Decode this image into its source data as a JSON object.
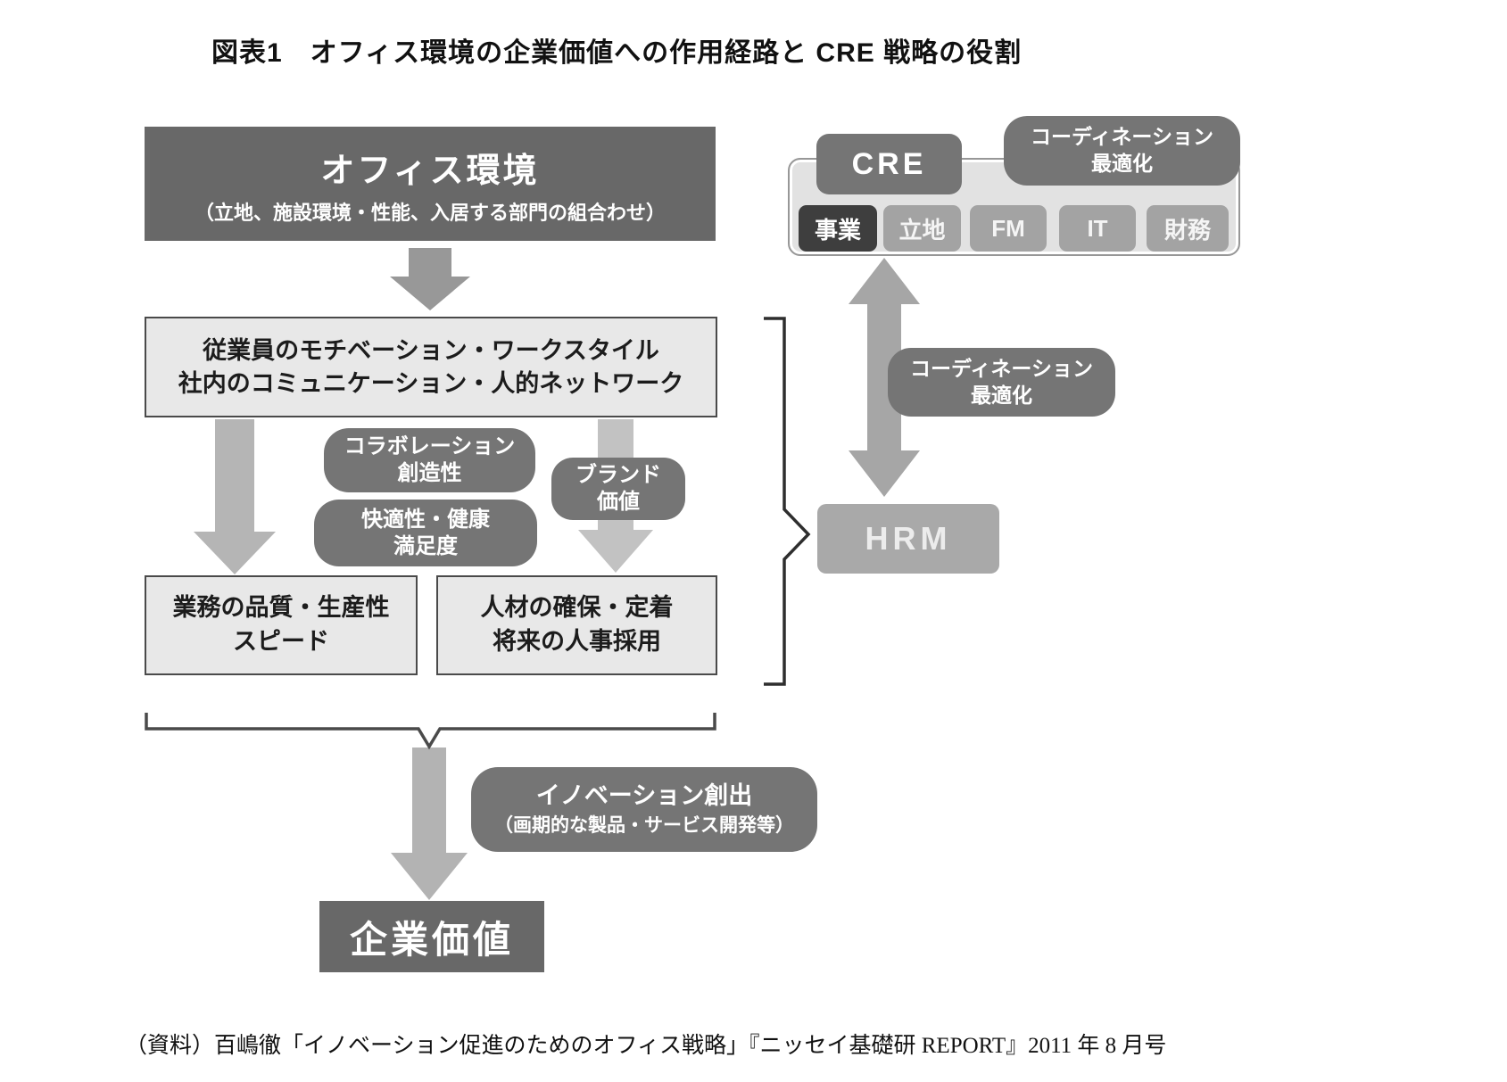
{
  "title": "図表1　オフィス環境の企業価値への作用経路と CRE 戦略の役割",
  "office_env": {
    "title": "オフィス環境",
    "subtitle": "（立地、施設環境・性能、入居する部門の組合わせ）"
  },
  "employee_box": {
    "line1": "従業員のモチベーション・ワークスタイル",
    "line2": "社内のコミュニケーション・人的ネットワーク"
  },
  "collaboration": {
    "line1": "コラボレーション",
    "line2": "創造性"
  },
  "comfort": {
    "line1": "快適性・健康",
    "line2": "満足度"
  },
  "brand": {
    "line1": "ブランド",
    "line2": "価値"
  },
  "quality_box": {
    "line1": "業務の品質・生産性",
    "line2": "スピード"
  },
  "talent_box": {
    "line1": "人材の確保・定着",
    "line2": "将来の人事採用"
  },
  "innovation": {
    "line1": "イノベーション創出",
    "line2": "（画期的な製品・サービス開発等）"
  },
  "corporate_value": "企業価値",
  "cre_panel": {
    "label": "CRE",
    "items": [
      "事業",
      "立地",
      "FM",
      "IT",
      "財務"
    ]
  },
  "coordination_top": {
    "line1": "コーディネーション",
    "line2": "最適化"
  },
  "coordination_mid": {
    "line1": "コーディネーション",
    "line2": "最適化"
  },
  "hrm_label": "HRM",
  "source": "（資料）百嶋徹「イノベーション促進のためのオフィス戦略」『ニッセイ基礎研 REPORT』2011 年 8 月号",
  "colors": {
    "dark_box": "#686868",
    "medium_box": "#757575",
    "light_box": "#e8e8e8",
    "light_box_border": "#4a4a4a",
    "chip_active": "#3e3e3e",
    "chip_normal": "#a3a3a3",
    "hrm_box": "#a9a9a9",
    "panel_bg": "#e2e2e2",
    "arrow_gray": "#a8a8a8"
  }
}
